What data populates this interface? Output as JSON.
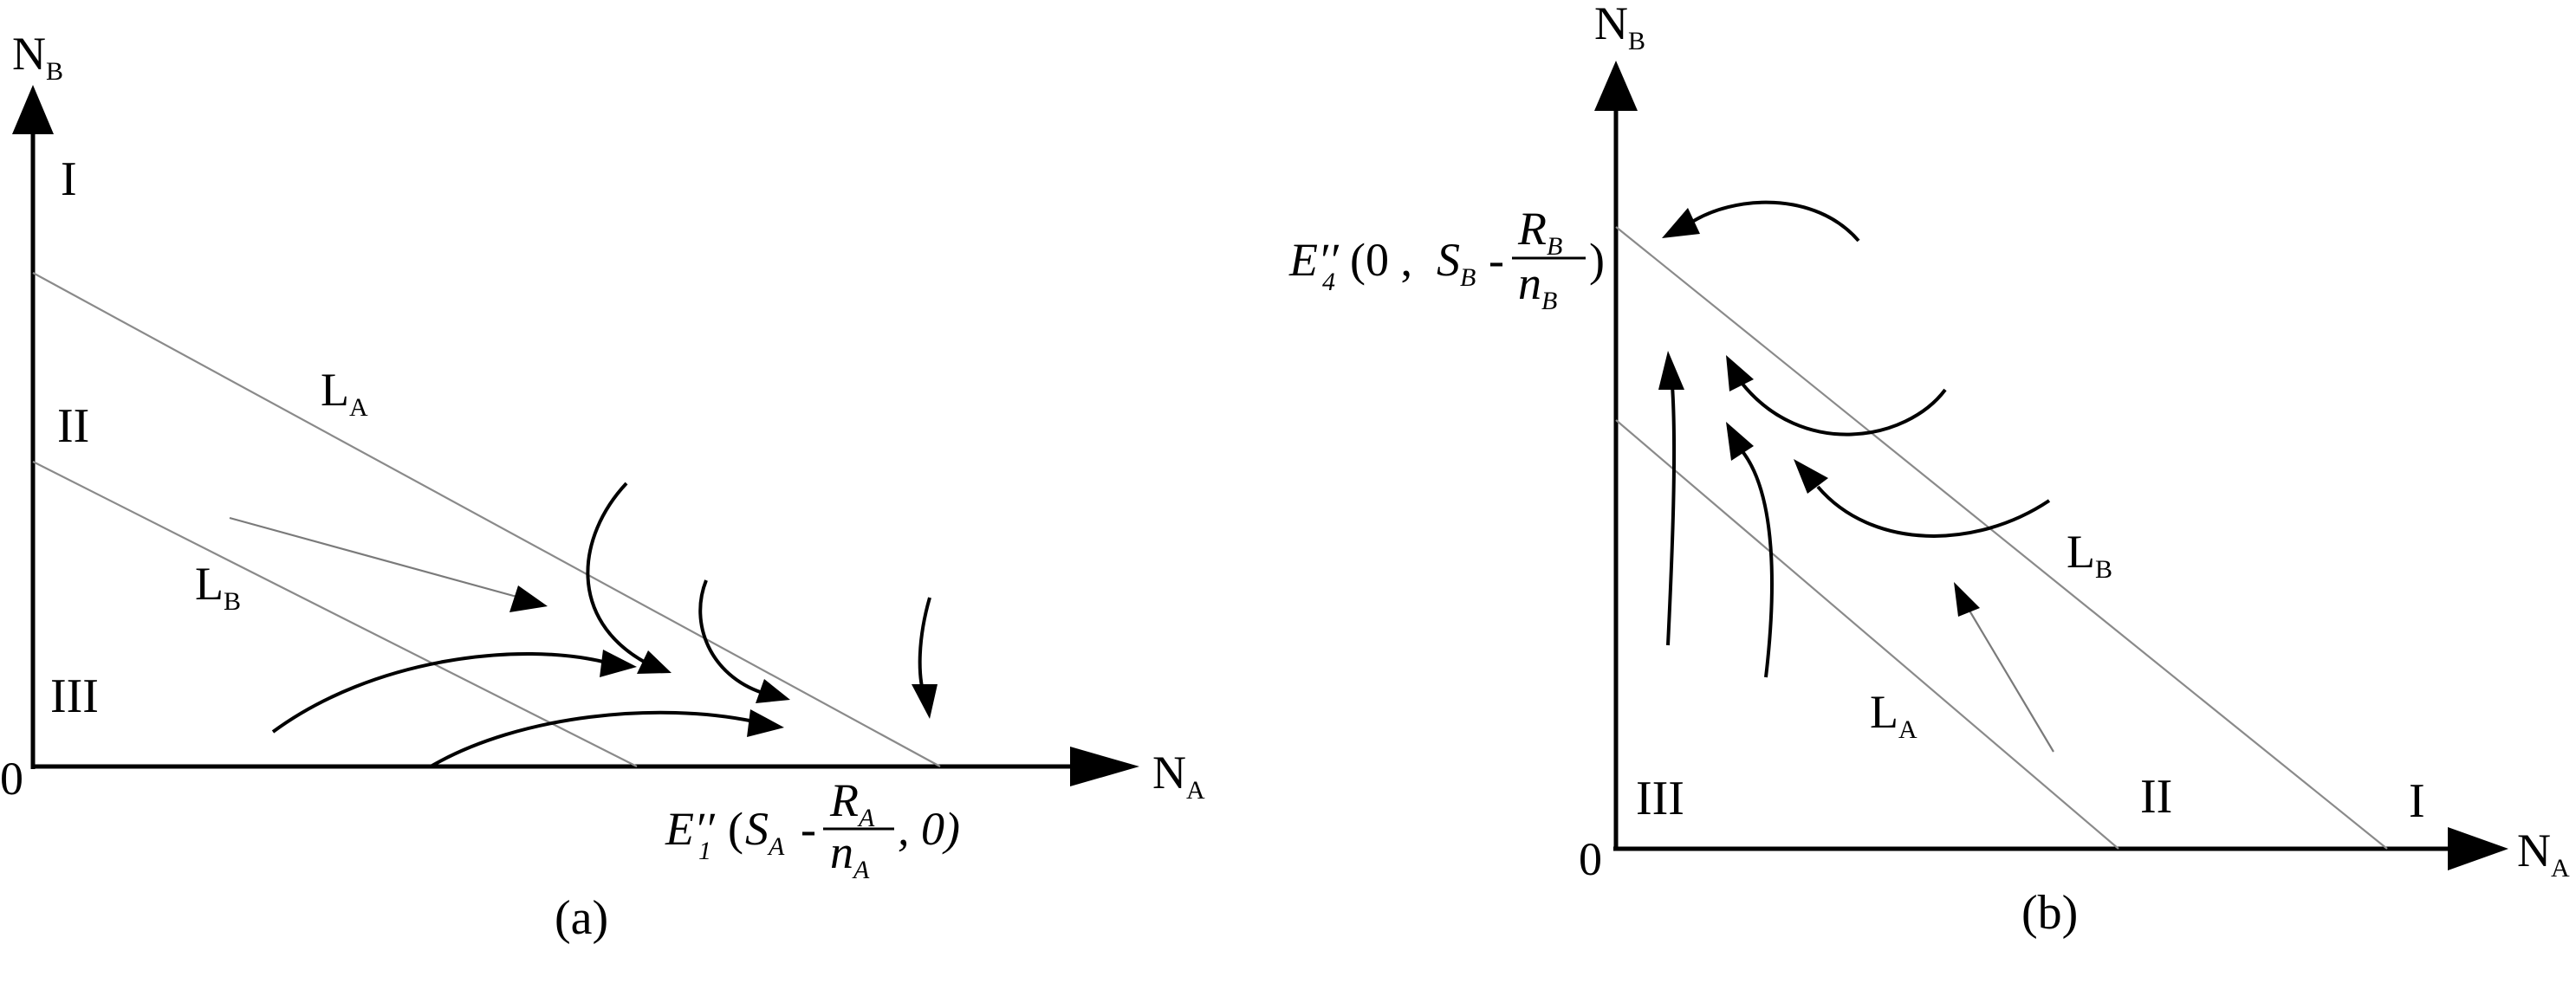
{
  "panels": {
    "a": {
      "caption": "(a)",
      "origin": "0",
      "y_axis": {
        "main": "N",
        "sub": "B"
      },
      "x_axis": {
        "main": "N",
        "sub": "A"
      },
      "regions": [
        "I",
        "II",
        "III"
      ],
      "line_upper": {
        "main": "L",
        "sub": "A"
      },
      "line_lower": {
        "main": "L",
        "sub": "B"
      },
      "point": {
        "name": "E",
        "prime": "′′",
        "index": "1",
        "open": "(",
        "coord_main": "S",
        "coord_sub": "A",
        "minus": "-",
        "num_main": "R",
        "num_sub": "A",
        "den_main": "n",
        "den_sub": "A",
        "tail": ",  0)"
      }
    },
    "b": {
      "caption": "(b)",
      "origin": "0",
      "y_axis": {
        "main": "N",
        "sub": "B"
      },
      "x_axis": {
        "main": "N",
        "sub": "A"
      },
      "regions": [
        "I",
        "II",
        "III"
      ],
      "line_upper": {
        "main": "L",
        "sub": "B"
      },
      "line_lower": {
        "main": "L",
        "sub": "A"
      },
      "point": {
        "name": "E",
        "prime": "′′",
        "index": "4",
        "open": "(0 , ",
        "coord_main": "S",
        "coord_sub": "B",
        "minus": "-",
        "num_main": "R",
        "num_sub": "B",
        "den_main": "n",
        "den_sub": "B",
        "tail": ")"
      }
    }
  }
}
